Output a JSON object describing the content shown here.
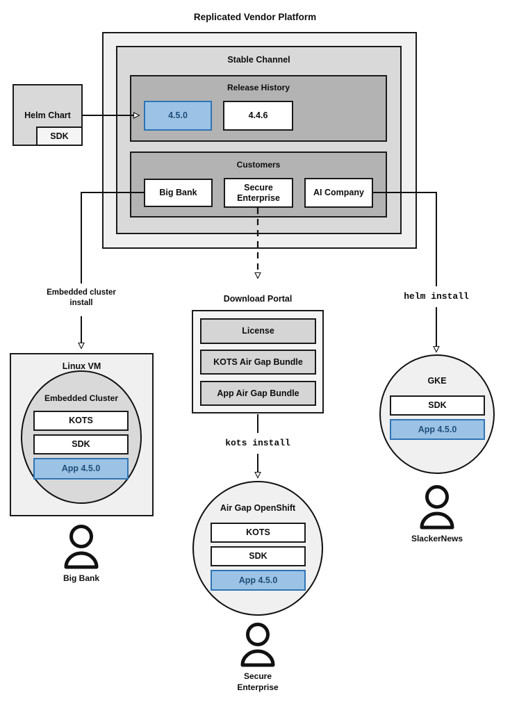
{
  "diagram": {
    "title": "Replicated Vendor Platform",
    "platform": {
      "channel_title": "Stable Channel",
      "release_history": {
        "title": "Release History",
        "releases": [
          {
            "version": "4.5.0",
            "highlighted": true
          },
          {
            "version": "4.4.6",
            "highlighted": false
          }
        ]
      },
      "customers": {
        "title": "Customers",
        "items": [
          {
            "name": "Big Bank"
          },
          {
            "name": "Secure\nEnterprise",
            "line1": "Secure",
            "line2": "Enterprise"
          },
          {
            "name": "AI Company"
          }
        ]
      }
    },
    "source": {
      "title": "Helm Chart",
      "sdk_label": "SDK"
    },
    "download_portal": {
      "title": "Download Portal",
      "artifacts": [
        {
          "label": "License"
        },
        {
          "label": "KOTS Air Gap Bundle"
        },
        {
          "label": "App Air Gap Bundle"
        }
      ]
    },
    "connectors": [
      {
        "id": "embedded-cluster-install",
        "label_line1": "Embedded cluster",
        "label_line2": "install",
        "style": "solid",
        "mono": false
      },
      {
        "id": "kots-install",
        "label": "kots install",
        "style": "solid",
        "mono": true
      },
      {
        "id": "helm-install",
        "label": "helm install",
        "style": "solid",
        "mono": true
      },
      {
        "id": "portal-link",
        "label": "",
        "style": "dashed",
        "mono": false
      }
    ],
    "targets": [
      {
        "id": "linux-vm",
        "title": "Linux VM",
        "shape": "rect",
        "inner_title": "Embedded Cluster",
        "components": [
          {
            "label": "KOTS",
            "highlighted": false
          },
          {
            "label": "SDK",
            "highlighted": false
          },
          {
            "label": "App 4.5.0",
            "highlighted": true
          }
        ],
        "actor": "Big Bank"
      },
      {
        "id": "air-gap-openshift",
        "title": "Air Gap OpenShift",
        "shape": "circle",
        "components": [
          {
            "label": "KOTS",
            "highlighted": false
          },
          {
            "label": "SDK",
            "highlighted": false
          },
          {
            "label": "App 4.5.0",
            "highlighted": true
          }
        ],
        "actor_line1": "Secure",
        "actor_line2": "Enterprise"
      },
      {
        "id": "gke",
        "title": "GKE",
        "shape": "circle",
        "components": [
          {
            "label": "SDK",
            "highlighted": false
          },
          {
            "label": "App 4.5.0",
            "highlighted": true
          }
        ],
        "actor": "SlackerNews"
      }
    ],
    "colors": {
      "accent_blue_fill": "#9cc3e5",
      "accent_blue_border": "#2e74b5",
      "accent_blue_text": "#1f4e79",
      "stroke": "#111111",
      "outer_fill": "#f0f0f0",
      "mid_fill": "#d9d9d9",
      "inner_fill": "#b3b3b3"
    }
  }
}
